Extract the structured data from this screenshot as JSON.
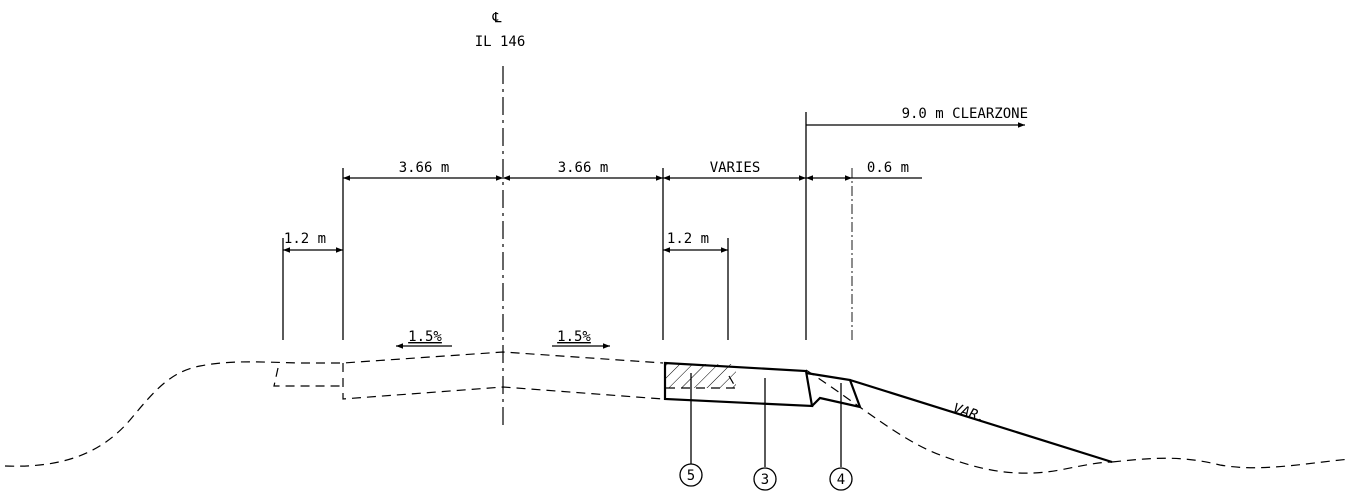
{
  "centerline": {
    "symbol": "℄",
    "route": "IL 146"
  },
  "dimensions": {
    "clearzone": "9.0 m CLEARZONE",
    "left_lane": "3.66 m",
    "right_lane": "3.66 m",
    "varies": "VARIES",
    "offset": "0.6 m",
    "left_shoulder": "1.2 m",
    "right_shoulder": "1.2 m"
  },
  "slopes": {
    "left": "1.5%",
    "right": "1.5%",
    "fill": "VAR."
  },
  "callouts": [
    "5",
    "3",
    "4"
  ]
}
